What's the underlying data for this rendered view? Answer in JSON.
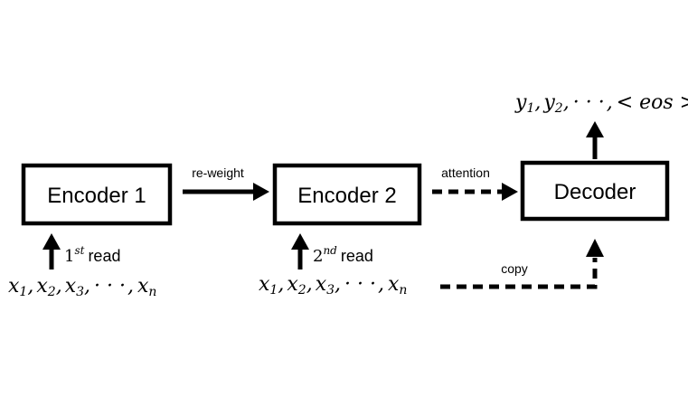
{
  "nodes": {
    "encoder1": "Encoder 1",
    "encoder2": "Encoder 2",
    "decoder": "Decoder"
  },
  "edges": {
    "reweight": "re-weight",
    "attention": "attention",
    "copy": "copy"
  },
  "reads": {
    "first": {
      "num": "1",
      "sup": "st",
      "label": "read"
    },
    "second": {
      "num": "2",
      "sup": "nd",
      "label": "read"
    }
  },
  "input_seq": {
    "x1": "x",
    "x1_sub": "1",
    "x2": "x",
    "x2_sub": "2",
    "x3": "x",
    "x3_sub": "3",
    "dots": "· · ·",
    "xn": "x",
    "xn_sub": "n",
    "sep": ","
  },
  "output_seq": {
    "y1": "y",
    "y1_sub": "1",
    "y2": "y",
    "y2_sub": "2",
    "dots": "· · ·",
    "eos": "< eos >",
    "sep": ","
  }
}
